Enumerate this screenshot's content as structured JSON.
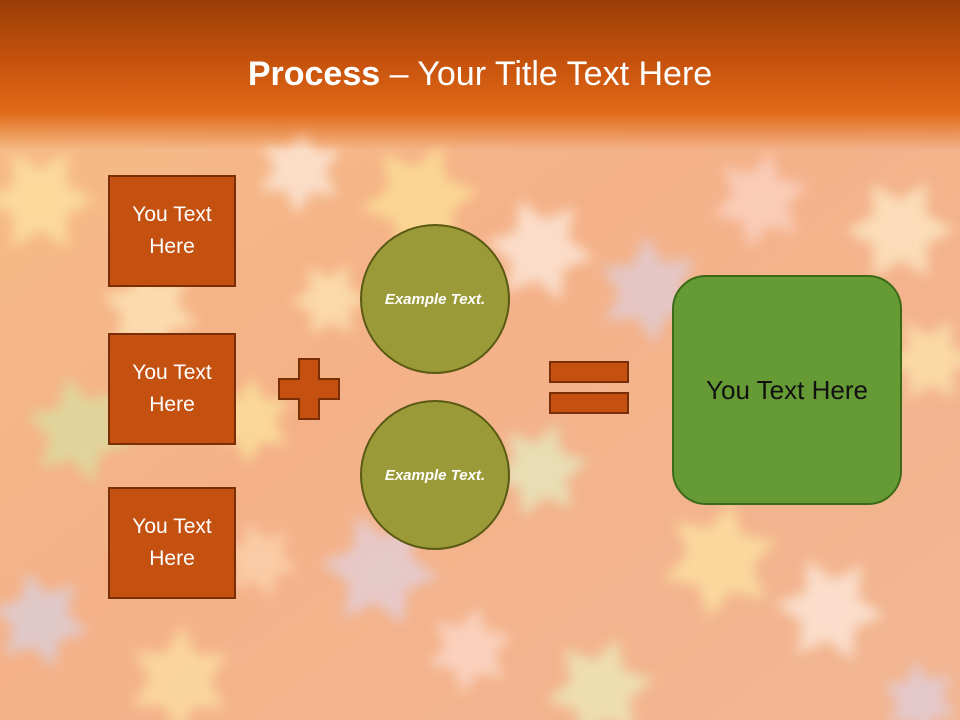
{
  "slide": {
    "title_bold": "Process",
    "title_rest": " – Your Title Text Here"
  },
  "boxes": [
    {
      "label": "You Text Here"
    },
    {
      "label": "You Text Here"
    },
    {
      "label": "You Text Here"
    }
  ],
  "circles": [
    {
      "label": "Example Text."
    },
    {
      "label": "Example Text."
    }
  ],
  "result": {
    "label": "You Text Here"
  },
  "colors": {
    "header": "#c9540d",
    "box_fill": "#c4510f",
    "circle_fill": "#9a9a38",
    "result_fill": "#659a34"
  },
  "icons": [
    "plus-icon",
    "equals-icon"
  ]
}
